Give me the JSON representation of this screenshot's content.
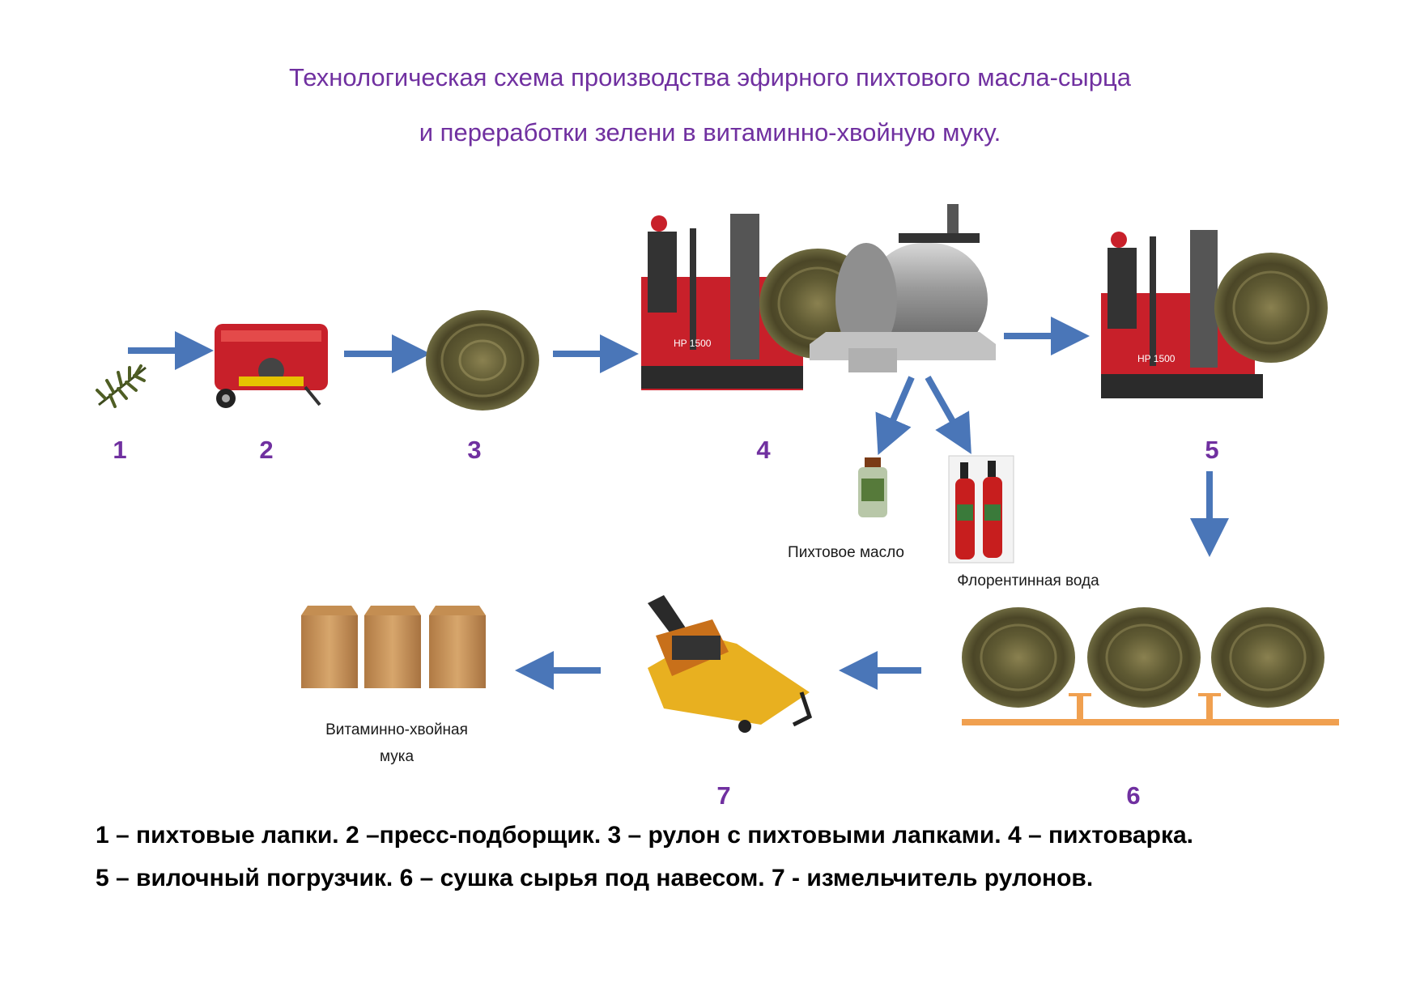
{
  "title": {
    "line1": "Технологическая схема производства эфирного пихтового масла-сырца",
    "line2": "и переработки зелени в витаминно-хвойную муку."
  },
  "steps": [
    "1",
    "2",
    "3",
    "4",
    "5",
    "6",
    "7"
  ],
  "products": {
    "fir_oil": "Пихтовое масло",
    "florentine_water": "Флорентинная вода",
    "flour_line1": "Витаминно-хвойная",
    "flour_line2": "мука"
  },
  "machine_labels": {
    "loader_badge": "HP 1500"
  },
  "legend": {
    "line1": "1 – пихтовые лапки.  2 –пресс-подборщик.  3 – рулон с пихтовыми лапками. 4 – пихтоварка.",
    "line2": "5 – вилочный погрузчик. 6 – сушка сырья под навесом. 7 -  измельчитель рулонов."
  },
  "icons": [
    "fir-branch-icon",
    "baler-icon",
    "bale-icon",
    "loader-icon",
    "boiler-tank-icon",
    "oil-bottle-icon",
    "water-bottles-icon",
    "drying-rack-icon",
    "bale-shredder-icon",
    "paper-bag-icon",
    "arrow-icon"
  ],
  "colors": {
    "title": "#7030a0",
    "arrow": "#4a76b8",
    "rack": "#f0a050",
    "machine_red": "#c8202a"
  }
}
